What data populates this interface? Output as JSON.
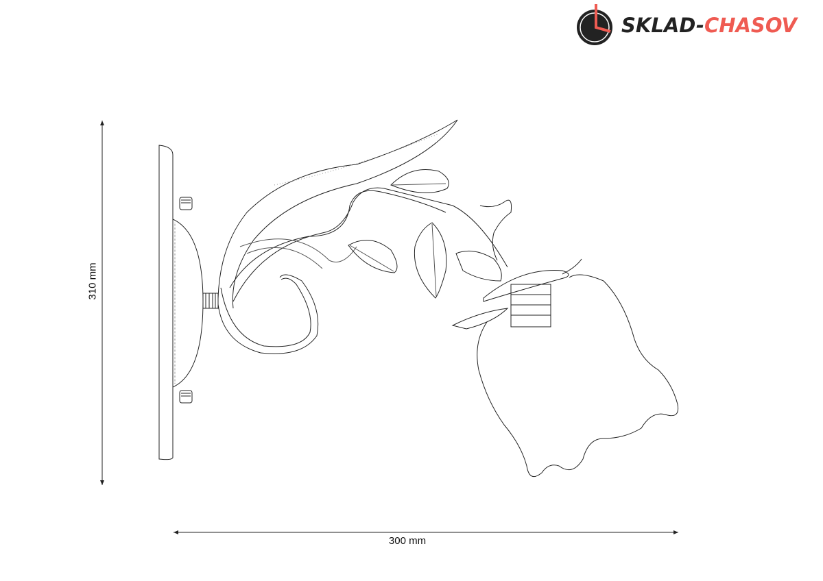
{
  "logo": {
    "text_part1": "SKLAD-",
    "text_part2": "CHASOV",
    "icon": "clock-icon",
    "colors": {
      "dark": "#222222",
      "accent": "#ef5b52"
    }
  },
  "dimensions": {
    "height": "310 mm",
    "width": "300 mm"
  }
}
